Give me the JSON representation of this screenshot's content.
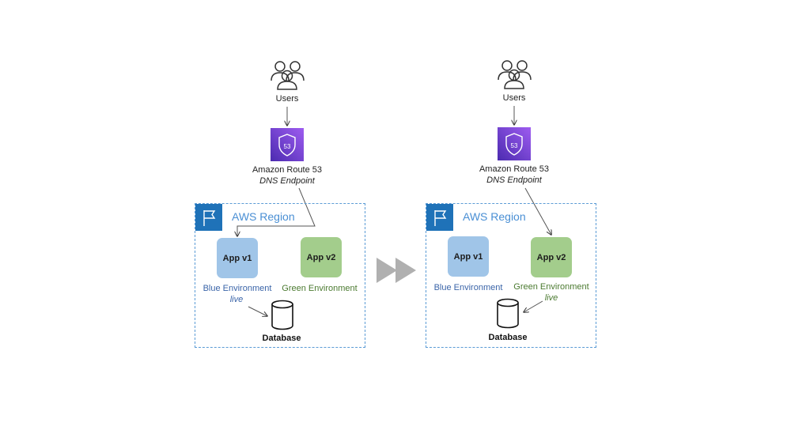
{
  "panels": [
    {
      "users_label": "Users",
      "route53_name": "Amazon Route 53",
      "route53_sub": "DNS Endpoint",
      "route53_badge": "53",
      "region_title": "AWS Region",
      "app_v1": "App v1",
      "app_v2": "App v2",
      "blue_env": "Blue Environment",
      "green_env": "Green Environment",
      "live_label": "live",
      "live_env": "blue",
      "database_label": "Database"
    },
    {
      "users_label": "Users",
      "route53_name": "Amazon Route 53",
      "route53_sub": "DNS Endpoint",
      "route53_badge": "53",
      "region_title": "AWS Region",
      "app_v1": "App v1",
      "app_v2": "App v2",
      "blue_env": "Blue Environment",
      "green_env": "Green Environment",
      "live_label": "live",
      "live_env": "green",
      "database_label": "Database"
    }
  ],
  "transition_icon": "fast-forward-icon",
  "colors": {
    "route53": "#7a3fd6",
    "region_border": "#5b9bd5",
    "region_flag": "#1f72b8",
    "blue_app": "#a0c5e8",
    "green_app": "#a3cd8c",
    "blue_text": "#3a64a8",
    "green_text": "#4b7a30",
    "arrow_gray": "#b0b0b0"
  }
}
